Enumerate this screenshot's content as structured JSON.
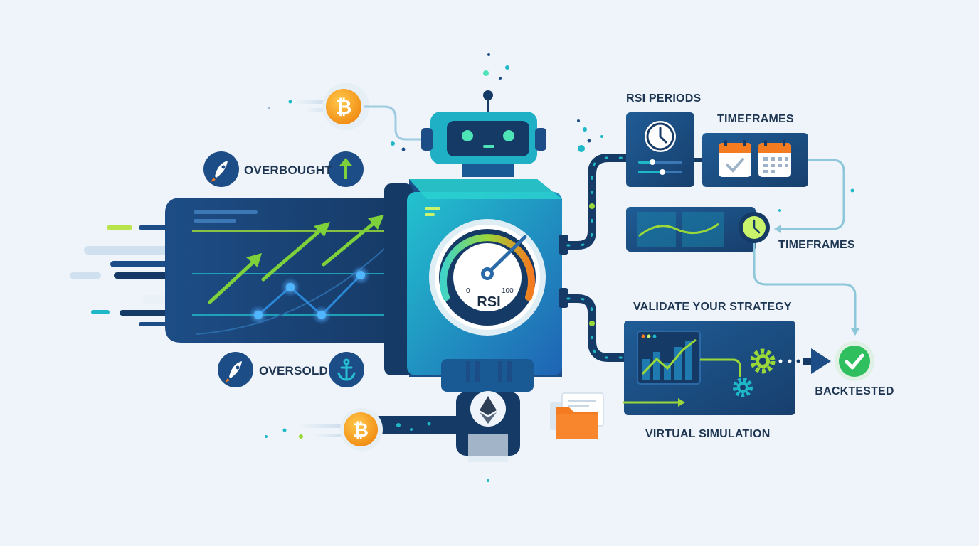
{
  "labels": {
    "overbought": "OVERBOUGHT",
    "oversold": "OVERSOLD",
    "rsi_periods": "RSI PERIODS",
    "timeframes_top": "TIMEFRAMES",
    "timeframes_side": "TIMEFRAMES",
    "validate": "VALIDATE YOUR STRATEGY",
    "virtual_simulation": "VIRTUAL SIMULATION",
    "backtested": "BACKTESTED"
  },
  "gauge": {
    "title": "RSI",
    "min_label": "0",
    "max_label": "100"
  },
  "coins": {
    "bitcoin_symbol": "₿",
    "ethereum_symbol": "◆"
  },
  "colors": {
    "background": "#eef4f9",
    "navy": "#163a66",
    "teal": "#1fb8c9",
    "lime": "#8fd63a",
    "orange": "#f47b20",
    "coin": "#f7a21b",
    "check": "#2fbf5f"
  },
  "icons": [
    "rocket-icon",
    "arrow-up-icon",
    "anchor-icon",
    "bitcoin-icon",
    "ethereum-icon",
    "robot-icon",
    "clock-icon",
    "calendar-icon",
    "gear-icon",
    "folder-icon",
    "check-icon"
  ]
}
